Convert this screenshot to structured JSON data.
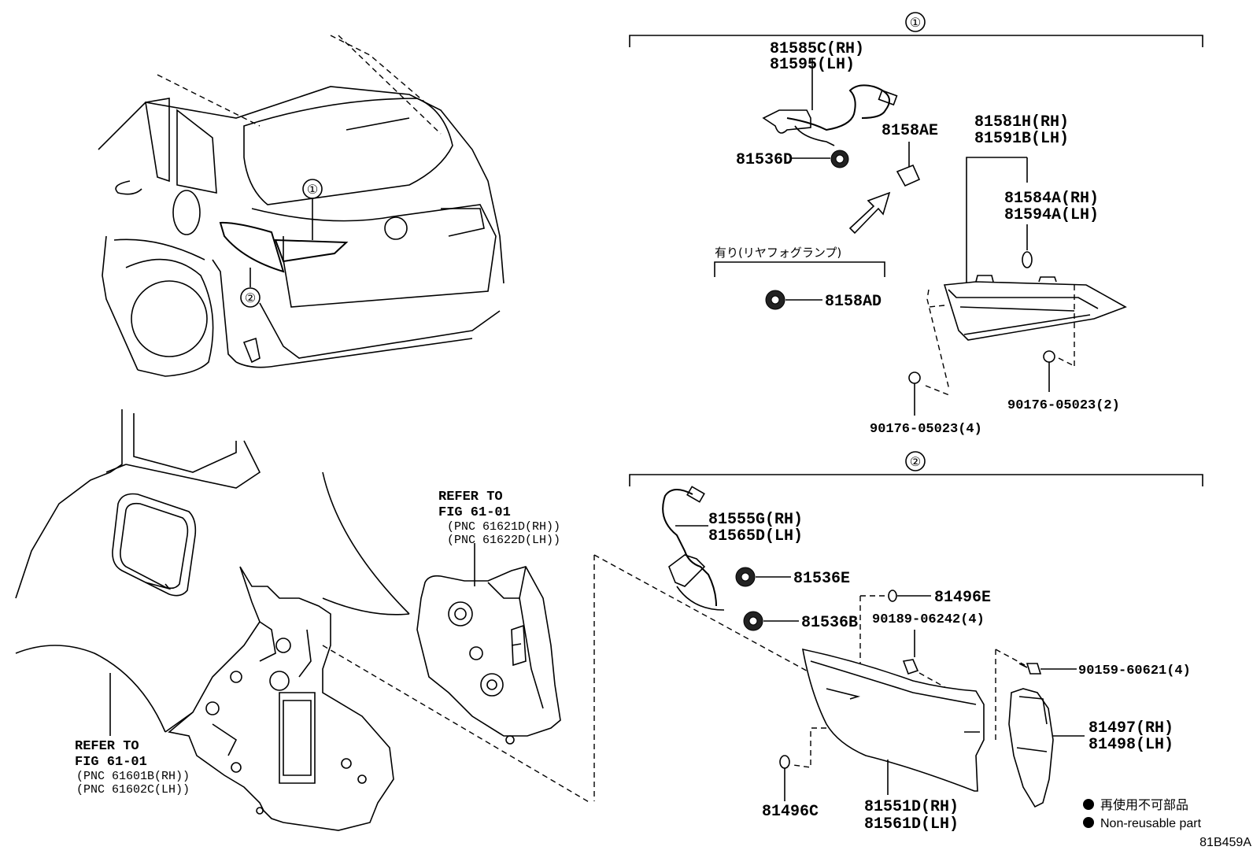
{
  "group_1": {
    "marker": "①",
    "parts": {
      "p81585c": "81585C(RH)",
      "p81595": "81595(LH)",
      "p8158ae": "8158AE",
      "p81536d": "81536D",
      "p81581h": "81581H(RH)",
      "p81591b": "81591B(LH)",
      "p81584a": "81584A(RH)",
      "p81594a": "81594A(LH)",
      "p8158ad": "8158AD",
      "fog_note": "有り(リヤフォグランプ)",
      "p90176_2": "90176-05023(2)",
      "p90176_4": "90176-05023(4)"
    }
  },
  "group_2": {
    "marker": "②",
    "parts": {
      "p81555g": "81555G(RH)",
      "p81565d": "81565D(LH)",
      "p81536e": "81536E",
      "p81536b": "81536B",
      "p81496e": "81496E",
      "p90189": "90189-06242(4)",
      "p90159": "90159-60621(4)",
      "p81497": "81497(RH)",
      "p81498": "81498(LH)",
      "p81496c": "81496C",
      "p81551d": "81551D(RH)",
      "p81561d": "81561D(LH)"
    }
  },
  "car_markers": {
    "m1": "①",
    "m2": "②"
  },
  "refer_left": {
    "line1": "REFER TO",
    "line2": "FIG 61-01",
    "line3": "(PNC 61601B(RH))",
    "line4": "(PNC 61602C(LH))"
  },
  "refer_center": {
    "line1": "REFER TO",
    "line2": "FIG 61-01",
    "line3": "(PNC 61621D(RH))",
    "line4": "(PNC 61622D(LH))"
  },
  "legend": {
    "jp": "再使用不可部品",
    "en": "Non-reusable part"
  },
  "figure_code": "81B459A"
}
